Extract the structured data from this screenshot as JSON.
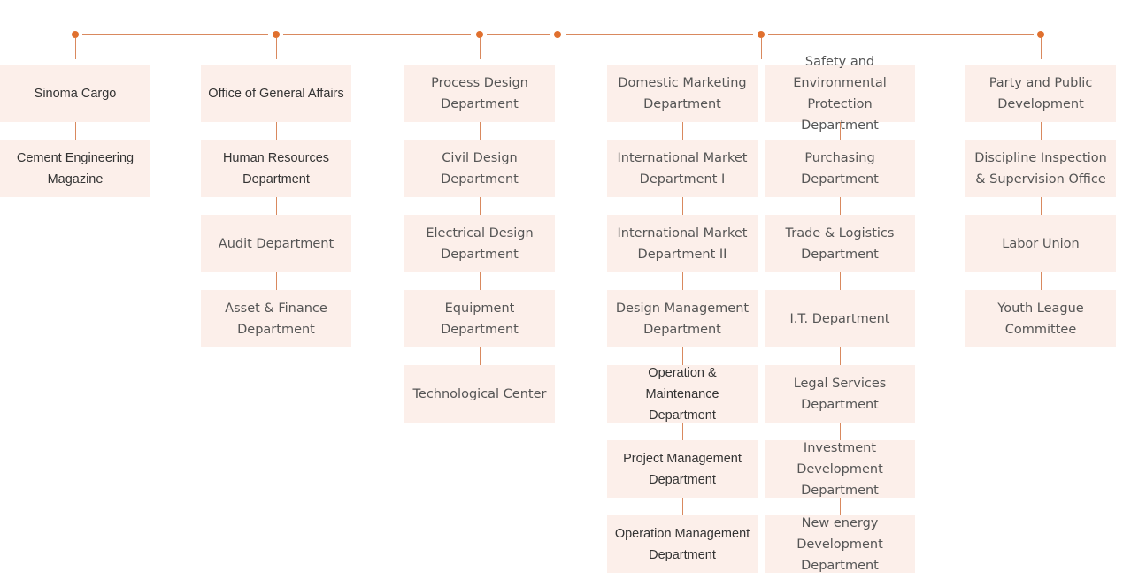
{
  "colors": {
    "line": "#d9895e",
    "dot": "#e0702e",
    "box": "#fcefea",
    "text": "#555555"
  },
  "columns": [
    {
      "key": "c0",
      "boxes": [
        "Sinoma Cargo",
        "Cement Engineering Magazine"
      ]
    },
    {
      "key": "c1",
      "boxes": [
        "Office of General Affairs",
        "Human Resources Department",
        "Audit Department",
        "Asset & Finance Department"
      ]
    },
    {
      "key": "c2",
      "boxes": [
        "Process Design Department",
        "Civil Design Department",
        "Electrical Design Department",
        "Equipment Department",
        "Technological Center"
      ]
    },
    {
      "key": "c3",
      "boxes": [
        "Domestic Marketing Department",
        "International Market Department I",
        "International Market Department II",
        "Design Management Department",
        "Operation & Maintenance Department",
        "Project Management Department",
        "Operation Management Department"
      ]
    },
    {
      "key": "c4",
      "boxes": [
        "Safety and Environmental Protection Department",
        "Purchasing Department",
        "Trade & Logistics Department",
        "I.T. Department",
        "Legal Services Department",
        "Investment Development Department",
        "New energy Development Department"
      ]
    },
    {
      "key": "c5",
      "boxes": [
        "Party and Public Development",
        "Discipline Inspection & Supervision Office",
        "Labor Union",
        "Youth League Committee"
      ]
    }
  ]
}
